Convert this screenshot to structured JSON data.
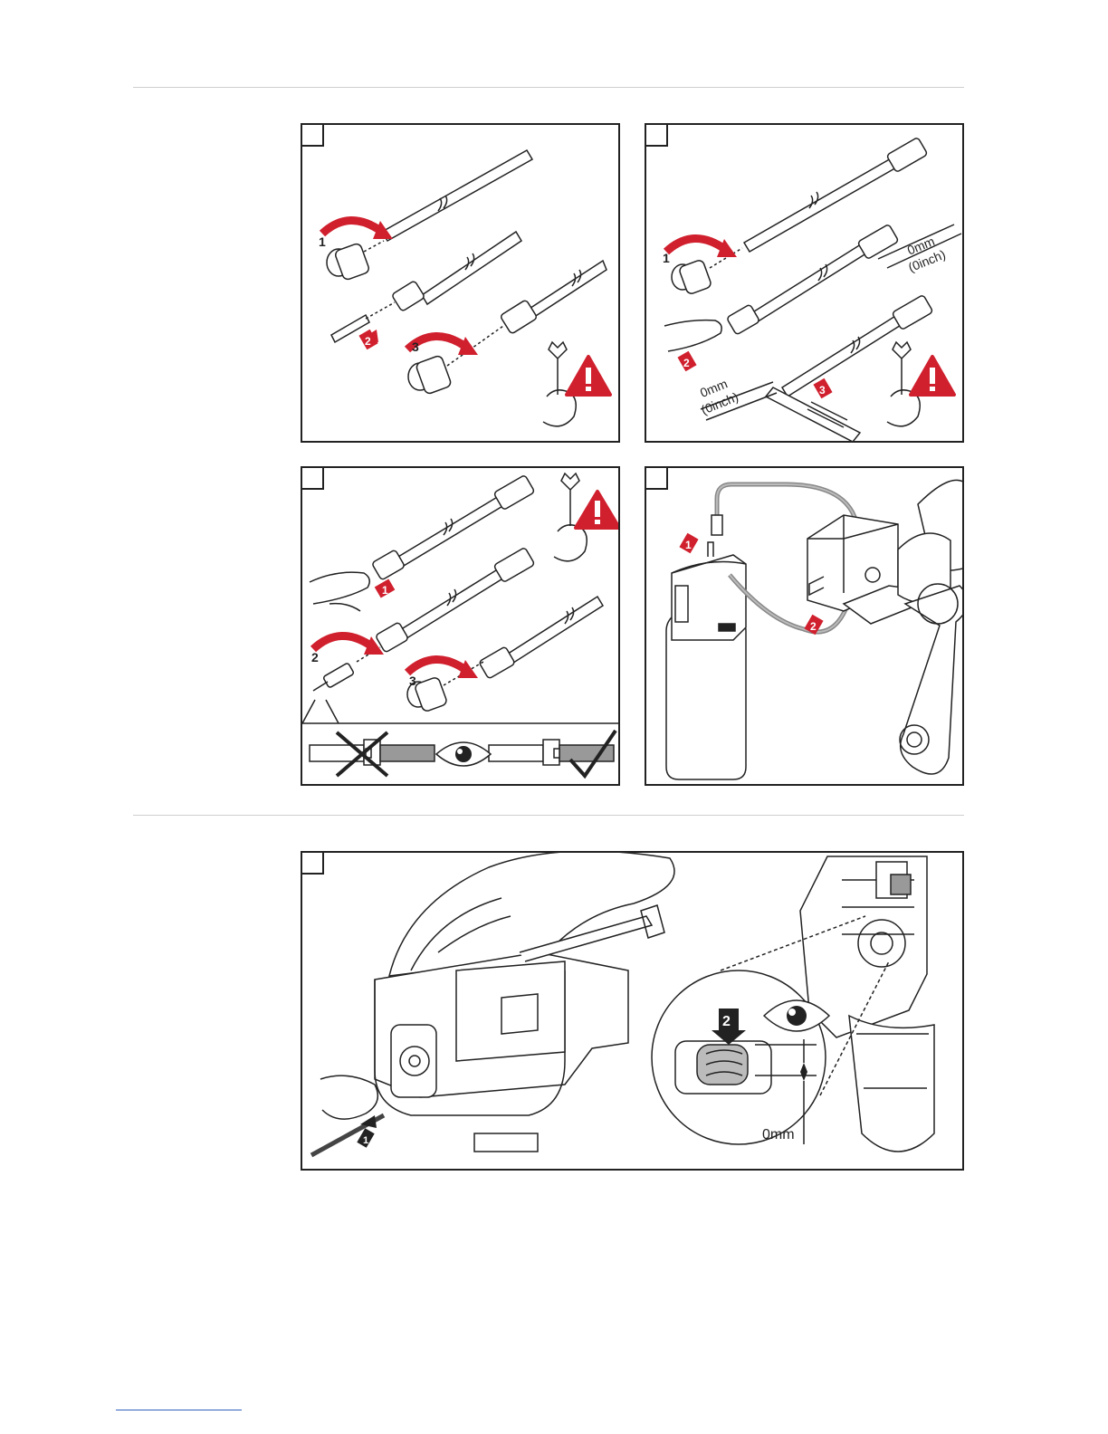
{
  "figures": {
    "fig1": {
      "step_numbers": [
        "1",
        "2",
        "3"
      ],
      "warning_icon": "warning-triangle-icon",
      "tool_icon": "wrench-icon"
    },
    "fig2": {
      "step_numbers": [
        "1",
        "2",
        "3"
      ],
      "dimension_top": "0mm",
      "dimension_top_sub": "(0inch)",
      "dimension_bottom": "0mm",
      "dimension_bottom_sub": "(0inch)"
    },
    "fig3": {
      "step_numbers": [
        "1",
        "2",
        "3"
      ],
      "inspect_icon": "eye-icon"
    },
    "fig4": {
      "step_numbers": [
        "1",
        "2"
      ]
    },
    "fig5": {
      "step_numbers": [
        "1",
        "2"
      ],
      "dimension": "0mm",
      "inspect_icon": "eye-icon"
    }
  },
  "colors": {
    "accent_red": "#d0202e",
    "line": "#222222",
    "rule": "#cfcfcf",
    "link": "#2f5fbf"
  }
}
